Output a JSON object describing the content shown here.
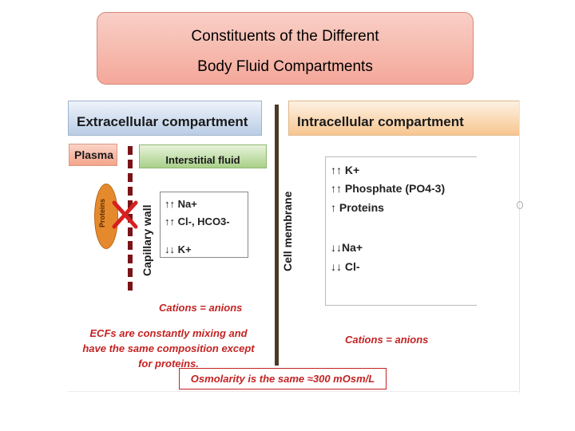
{
  "title": {
    "line1": "Constituents of the Different",
    "line2": "Body Fluid Compartments"
  },
  "extracellular": {
    "heading": "Extracellular compartment",
    "plasma_label": "Plasma",
    "interstitial_label": "Interstitial fluid",
    "capillary_wall_label": "Capillary wall",
    "proteins_label": "Proteins",
    "ions": [
      "↑↑ Na+",
      "↑↑ Cl-, HCO3-",
      "↓↓ K+"
    ],
    "cations_note": "Cations = anions",
    "ecf_note_lines": [
      "ECFs are constantly mixing and",
      "have the same composition except",
      "for proteins."
    ]
  },
  "membrane": {
    "label": "Cell membrane"
  },
  "intracellular": {
    "heading": "Intracellular compartment",
    "ions": [
      "↑↑ K+",
      "↑↑ Phosphate (PO4-3)",
      "↑ Proteins",
      "↓↓Na+",
      "↓↓ Cl-"
    ],
    "cations_note": "Cations = anions"
  },
  "osmolarity_note": "Osmolarity is the same ≈300 mOsm/L",
  "colors": {
    "note_red": "#c42222",
    "extracellular_blue": "#b9cde6",
    "intracellular_orange": "#f7c690",
    "capillary_wall": "#7a1418",
    "membrane_brown": "#4b3a26"
  }
}
